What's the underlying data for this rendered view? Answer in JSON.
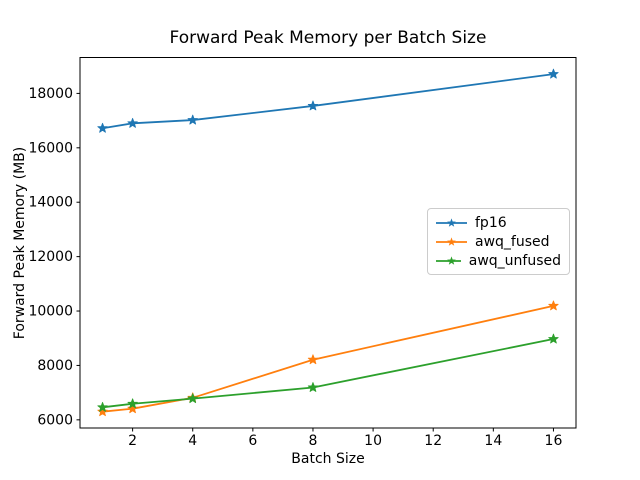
{
  "figure": {
    "background": "#ffffff",
    "axes_edge_color": "#000000",
    "legend_edge_color": "#cccccc"
  },
  "chart_data": {
    "type": "line",
    "title": "Forward Peak Memory per Batch Size",
    "xlabel": "Batch Size",
    "ylabel": "Forward Peak Memory (MB)",
    "x": [
      1,
      2,
      4,
      8,
      16
    ],
    "series": [
      {
        "name": "fp16",
        "color": "#1f77b4",
        "marker": "star",
        "values": [
          16720,
          16900,
          17020,
          17540,
          18710
        ]
      },
      {
        "name": "awq_fused",
        "color": "#ff7f0e",
        "marker": "star",
        "values": [
          6300,
          6410,
          6810,
          8210,
          10190
        ]
      },
      {
        "name": "awq_unfused",
        "color": "#2ca02c",
        "marker": "star",
        "values": [
          6460,
          6590,
          6780,
          7190,
          8970
        ]
      }
    ],
    "xticks": [
      2,
      4,
      6,
      8,
      10,
      12,
      14,
      16
    ],
    "yticks": [
      6000,
      8000,
      10000,
      12000,
      14000,
      16000,
      18000
    ],
    "xlim": [
      0.25,
      16.75
    ],
    "ylim": [
      5700,
      19320
    ],
    "grid": false,
    "legend_position": "center right"
  }
}
